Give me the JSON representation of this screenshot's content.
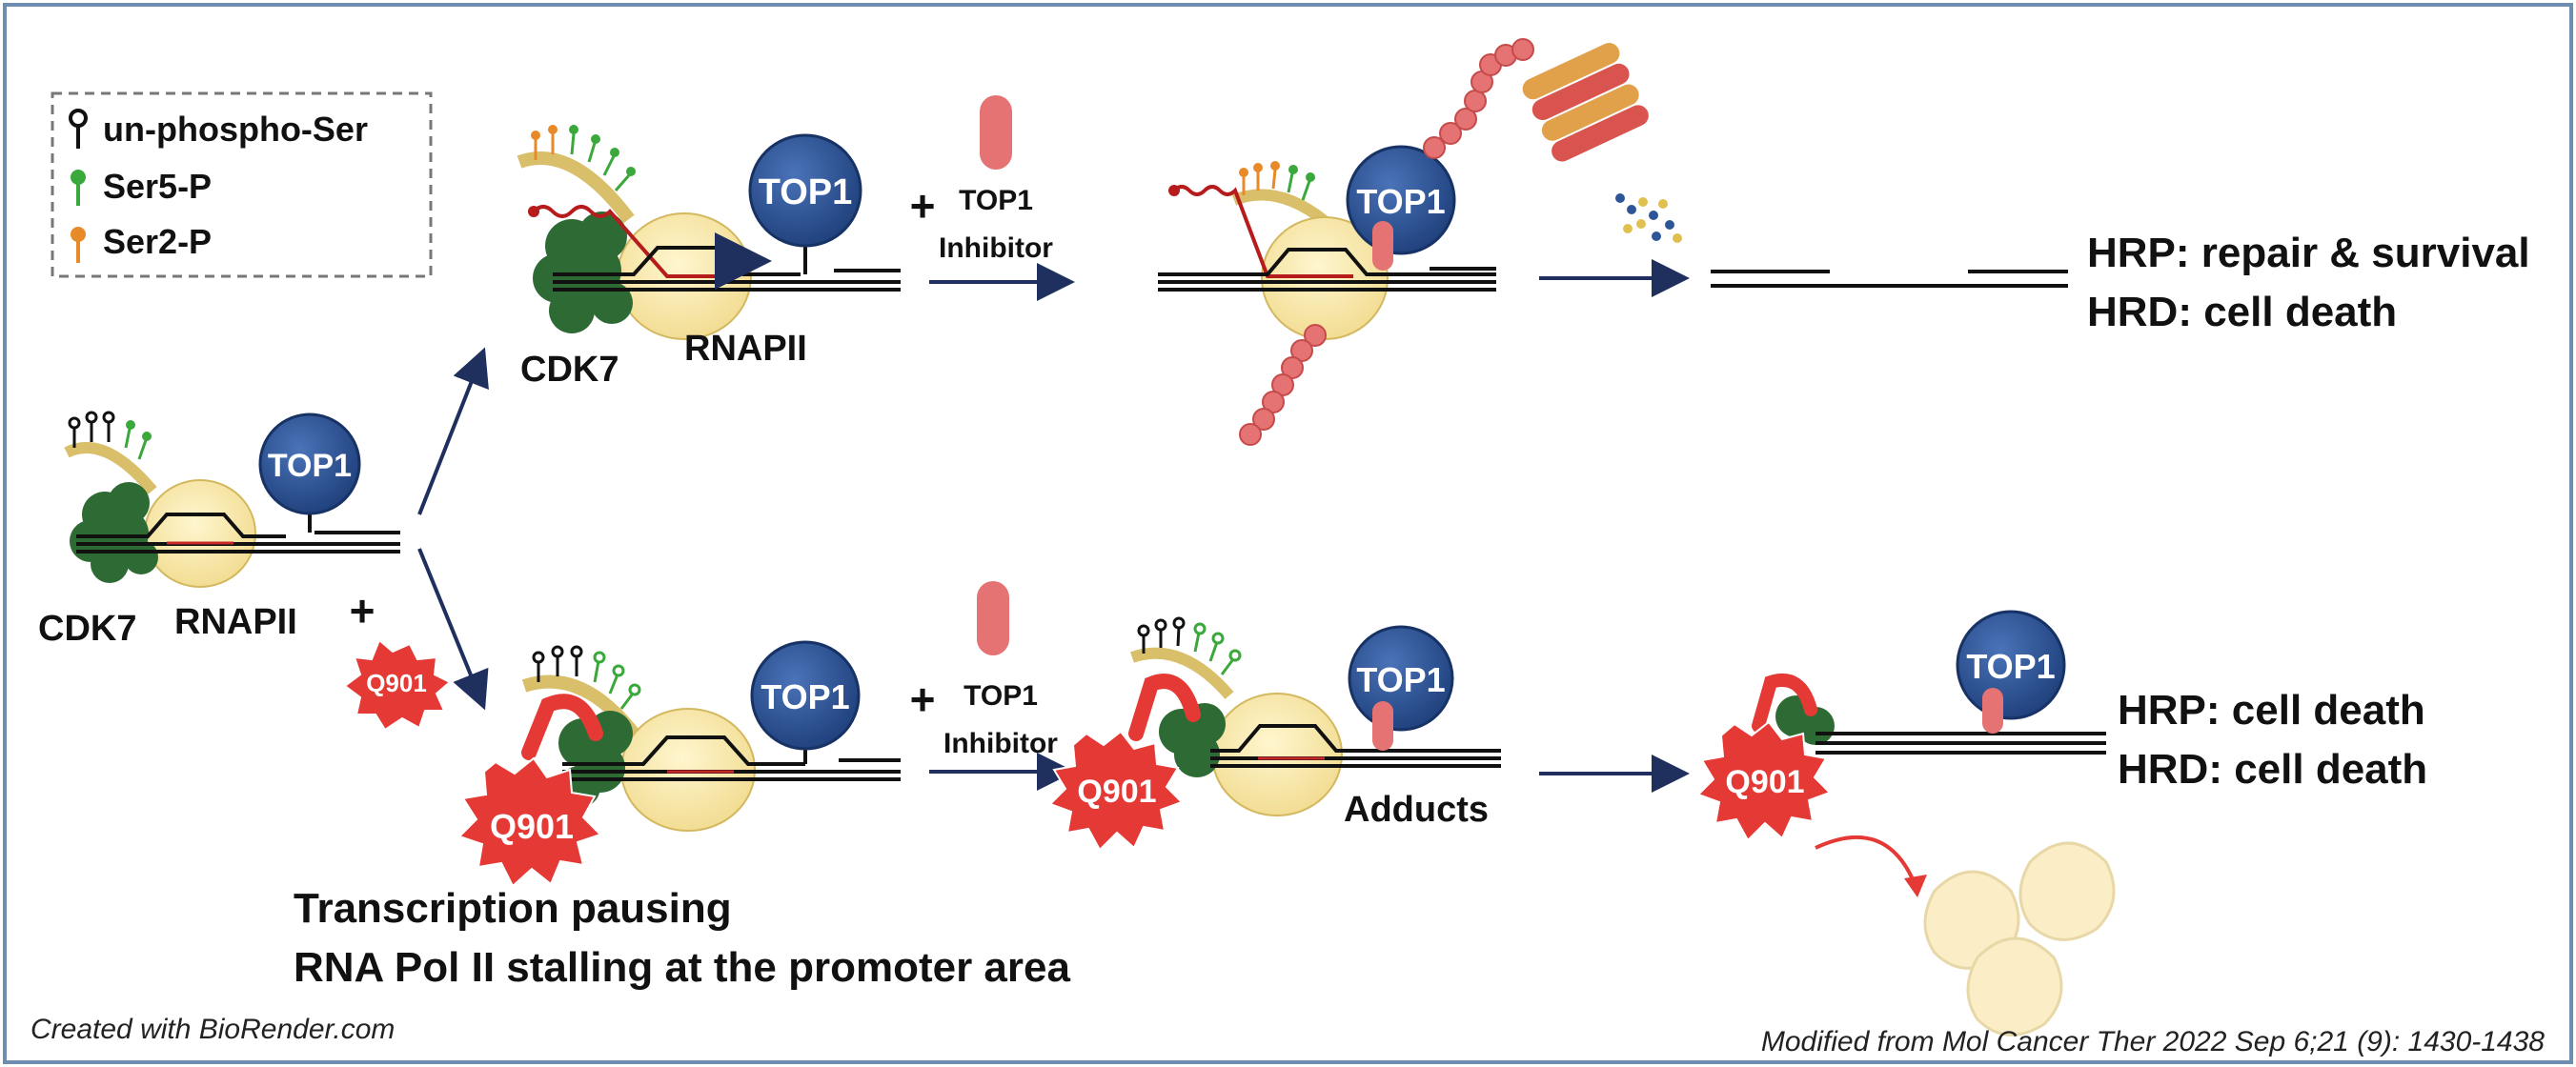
{
  "legend": {
    "items": [
      {
        "label": "un-phospho-Ser",
        "color": "#111111"
      },
      {
        "label": "Ser5-P",
        "color": "#3aa83a"
      },
      {
        "label": "Ser2-P",
        "color": "#e88a2a"
      }
    ]
  },
  "labels": {
    "cdk7": "CDK7",
    "rnapii": "RNAPII",
    "top1": "TOP1",
    "plus": "+",
    "q901": "Q901",
    "inhibitor_line1": "TOP1",
    "inhibitor_line2": "Inhibitor",
    "adducts": "Adducts"
  },
  "outcomes": {
    "top": {
      "hrp": "HRP: repair & survival",
      "hrd": "HRD: cell death"
    },
    "bottom": {
      "hrp": "HRP: cell death",
      "hrd": "HRD: cell death"
    }
  },
  "caption": {
    "line1": "Transcription pausing",
    "line2": "RNA Pol II stalling at the promoter area"
  },
  "footer": {
    "left": "Created with BioRender.com",
    "right": "Modified from Mol Cancer Ther 2022 Sep 6;21 (9): 1430-1438"
  },
  "colors": {
    "frame": "#6f8db0",
    "arrow": "#1f2f5e",
    "top1_fill": "#2e5597",
    "cdk7_fill": "#2e6b34",
    "rnapii_fill": "#f7e6a6",
    "q901_fill": "#e53935",
    "inhibitor_fill": "#e57373",
    "ctd_tail": "#d9bf6a"
  }
}
